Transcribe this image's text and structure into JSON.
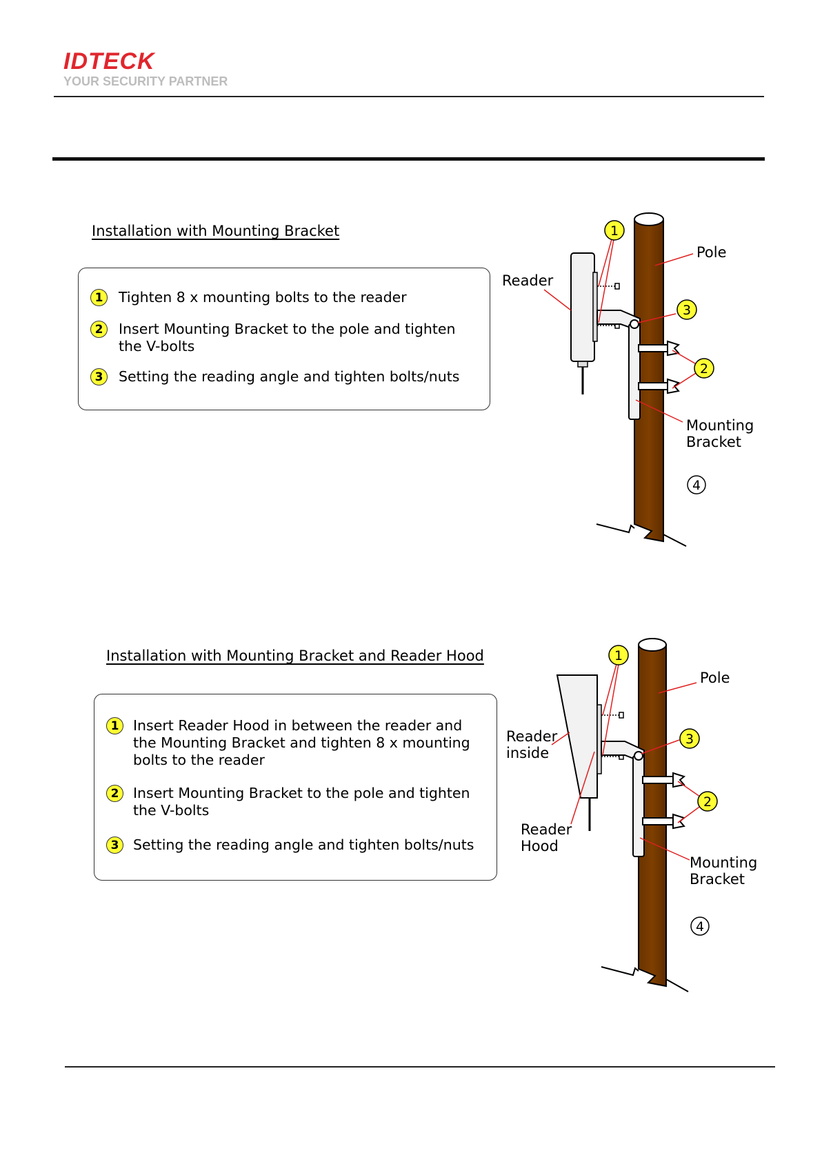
{
  "header": {
    "logo_text": "IDTECK",
    "tagline": "YOUR SECURITY PARTNER"
  },
  "section1": {
    "title": "Installation with Mounting Bracket",
    "steps": [
      {
        "num": "1",
        "text": "Tighten 8 x mounting bolts to the reader"
      },
      {
        "num": "2",
        "text": "Insert Mounting Bracket to the pole and tighten\nthe V-bolts"
      },
      {
        "num": "3",
        "text": "Setting the reading angle and tighten bolts/nuts"
      }
    ],
    "diagram": {
      "label_reader": "Reader",
      "label_pole": "Pole",
      "label_bracket_1": "Mounting",
      "label_bracket_2": "Bracket",
      "callout_1": "1",
      "callout_2": "2",
      "callout_3": "3",
      "callout_4": "4"
    }
  },
  "section2": {
    "title": "Installation with Mounting Bracket and Reader Hood",
    "steps": [
      {
        "num": "1",
        "text": "Insert Reader Hood in between the reader and\nthe Mounting Bracket and tighten 8 x mounting\nbolts to the reader"
      },
      {
        "num": "2",
        "text": "Insert Mounting Bracket to the pole and tighten\nthe V-bolts"
      },
      {
        "num": "3",
        "text": "Setting the reading angle and tighten bolts/nuts"
      }
    ],
    "diagram": {
      "label_reader_1": "Reader",
      "label_reader_2": "inside",
      "label_hood_1": "Reader",
      "label_hood_2": "Hood",
      "label_pole": "Pole",
      "label_bracket_1": "Mounting",
      "label_bracket_2": "Bracket",
      "callout_1": "1",
      "callout_2": "2",
      "callout_3": "3",
      "callout_4": "4"
    }
  },
  "colors": {
    "logo_red": "#e0262d",
    "tagline_gray": "#bdbdbd",
    "pole_brown": "#7a3c00",
    "callout_yellow": "#ffff33",
    "leader_red": "#e02020"
  }
}
